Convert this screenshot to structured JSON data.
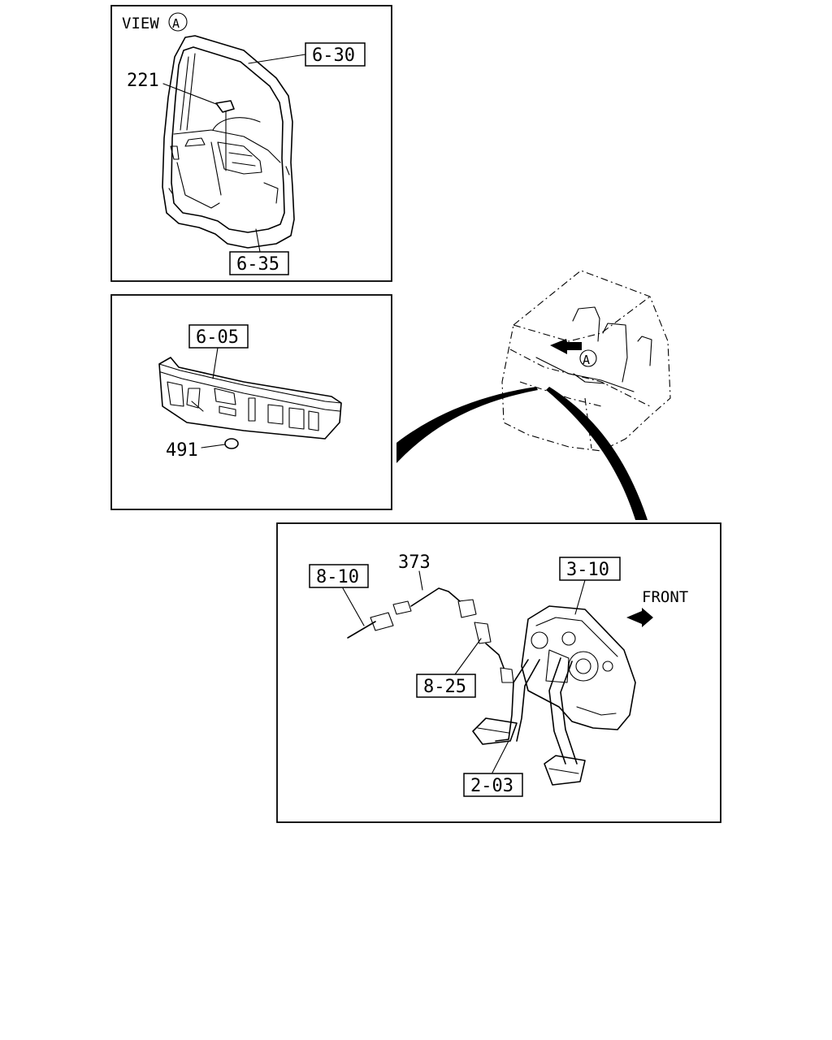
{
  "view_a": {
    "title": "VIEW",
    "marker": "A",
    "labels": {
      "part_221": "221",
      "ref_6_30": "6-30",
      "ref_6_35": "6-35"
    }
  },
  "panel": {
    "labels": {
      "ref_6_05": "6-05",
      "part_491": "491"
    }
  },
  "cab": {
    "marker": "A"
  },
  "pedal": {
    "labels": {
      "part_373": "373",
      "ref_8_10": "8-10",
      "ref_3_10": "3-10",
      "front": "FRONT",
      "ref_8_25": "8-25",
      "ref_2_03": "2-03"
    }
  }
}
